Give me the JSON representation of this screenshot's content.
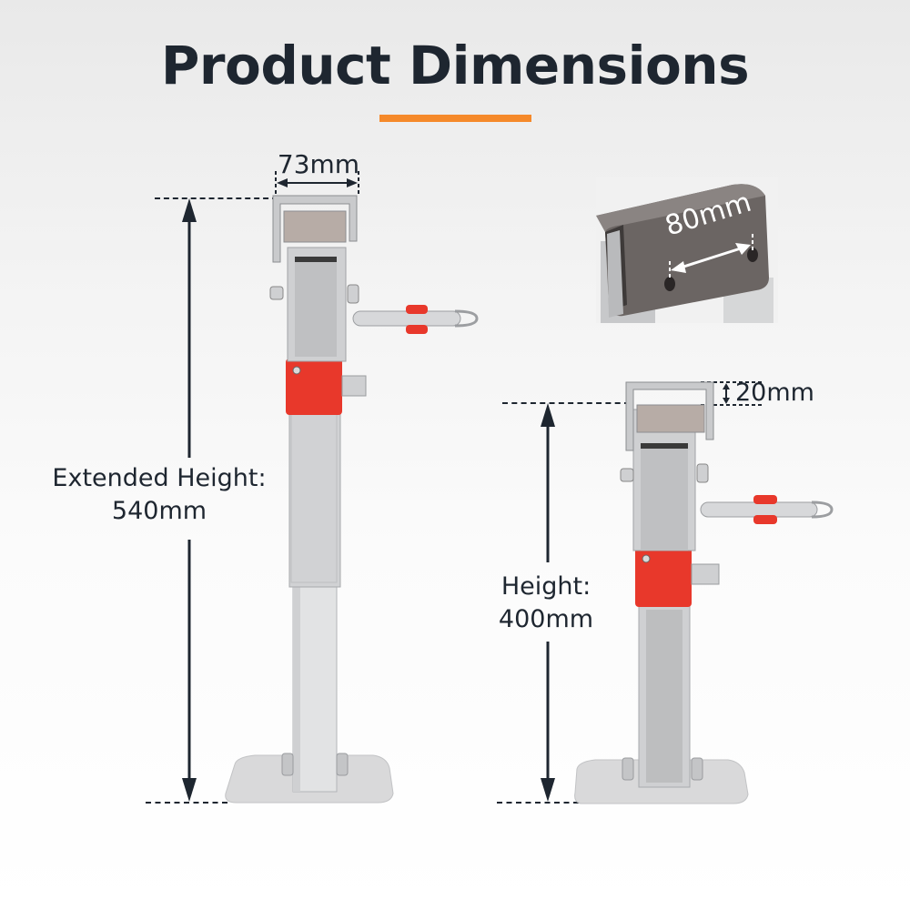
{
  "header": {
    "title": "Product Dimensions",
    "accent_color": "#f5892a"
  },
  "colors": {
    "text": "#1e2630",
    "steel": "#c9cacc",
    "steel_dark": "#9a9c9f",
    "red": "#e8382b",
    "detail_metal": "#6b6563"
  },
  "extended_view": {
    "width_label": "73mm",
    "height_label_line1": "Extended Height:",
    "height_label_line2": "540mm"
  },
  "detail_view": {
    "inner_width_label": "80mm"
  },
  "retracted_view": {
    "lip_label": "20mm",
    "height_label_line1": "Height:",
    "height_label_line2": "400mm"
  }
}
